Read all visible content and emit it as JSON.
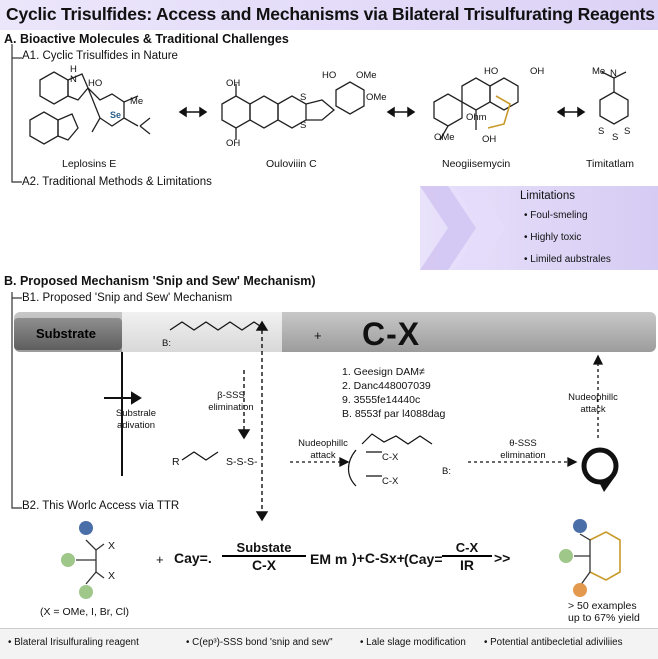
{
  "title": "Cyclic Trisulfides: Access and Mechanisms via Bilateral Trisulfurating Reagents",
  "section_a": {
    "heading": "A. Bioactive Molecules & Traditional Challenges",
    "a1": "A1. Cyclic Trisulfides in Nature",
    "a2": "A2. Traditional Methods & Limitations",
    "molecules": [
      "Leplosins E",
      "Ouloviiin C",
      "Neogiisemycin",
      "Timitatlam"
    ],
    "atoms": {
      "nh": "N",
      "h": "H",
      "ho": "HO",
      "oh": "OH",
      "me": "Me",
      "n": "N",
      "o": "O",
      "se": "Se",
      "s": "S",
      "ome": "OMe",
      "ohm": "Ohm",
      "n2": "N-"
    },
    "limitations": {
      "title": "Limitations",
      "items": [
        "• Foul-smeling",
        "• Highly toxic",
        "• Limiled aubstrales"
      ]
    }
  },
  "section_b": {
    "heading": "B. Proposed Mechanism 'Snip and Sew' Mechanism)",
    "b1": "B1. Proposed 'Snip and Sew' Mechanism",
    "substrate": "Substrate",
    "plus": "+",
    "cx": "C-X",
    "activation": "Substrale adivation",
    "b_label": "B:",
    "beta_sss": "β-SSS elimination",
    "nucleophilic_attack_1": "Nudeophillc attack",
    "nucleophilic_attack_2": "Nudeophillc attack",
    "theta_sss": "θ-SSS elimination",
    "numbered": [
      "1.  Geesign DAM≠",
      "2.  Danc448007039",
      "9.  3555fe14440c",
      "B.  8553f par l4088dag"
    ],
    "r_label": "R",
    "s_chain": "S-S-S-",
    "cx_small": "C-X"
  },
  "section_b2": {
    "heading": "B2. This Worlc Access via TTR",
    "x_label": "X",
    "x_note": "(X = OMe, I, Br, Cl)",
    "eq_plus1": "+",
    "cay1": "Cay=.",
    "frac1_num": "Substate",
    "frac1_den": "C-X",
    "emm": "EM m",
    "eq_mid": ")+C-Sx+",
    "cay2": "(Cay=",
    "frac2_num": "C-X",
    "frac2_den": "IR",
    "arrow_end": ">>",
    "result": "> 50 examples",
    "yield": "up to 67% yield"
  },
  "footer": [
    "• Blateral Irisulfuraling reagent",
    "• C(ep³)-SSS bond 'snip and sew\"",
    "• Lale slage modification",
    "• Potential antibecletial adiviliies"
  ],
  "colors": {
    "banner": "#dcd2f6",
    "ball_blue": "#4a6fa8",
    "ball_green": "#9fc78a",
    "ball_orange": "#e39a4f",
    "trisulfide_gold": "#c89a2a"
  }
}
